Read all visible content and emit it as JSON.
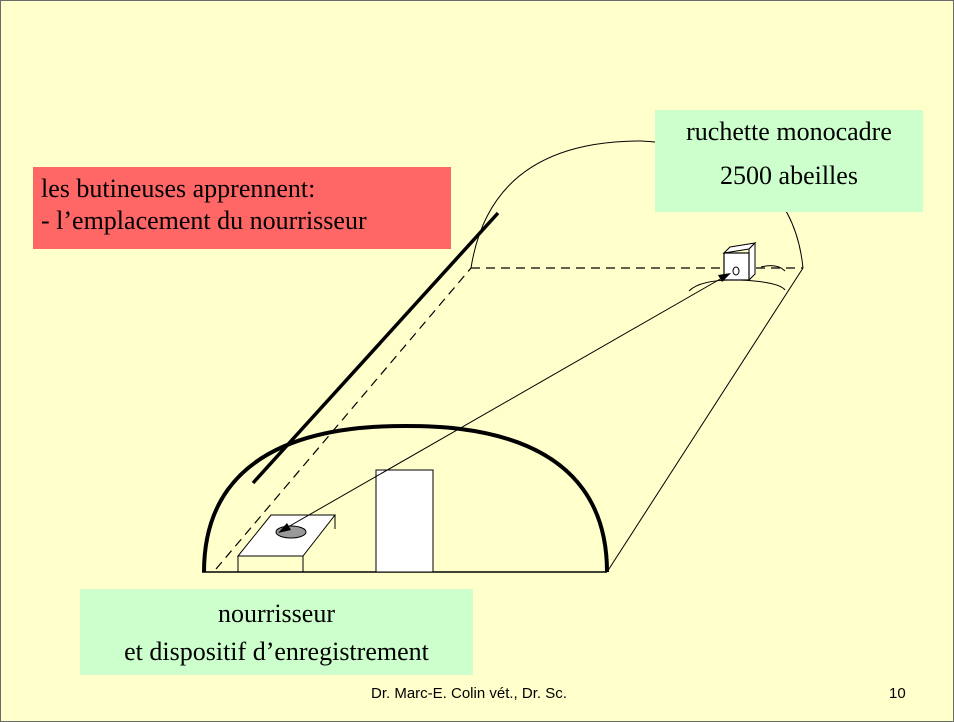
{
  "labels": {
    "learning_line1": "les butineuses apprennent:",
    "learning_line2": "- l’emplacement du nourrisseur",
    "hive_line1": "ruchette monocadre",
    "hive_line2": "2500 abeilles",
    "feeder_line1": "nourrisseur",
    "feeder_line2": "et dispositif d’enregistrement"
  },
  "footer": {
    "credit": "Dr. Marc-E. Colin vét., Dr. Sc.",
    "slide_number": "10"
  },
  "colors": {
    "background": "#ffffcc",
    "learning_box": "#ff6666",
    "label_box": "#ccffcc",
    "feeder_disc": "#999999"
  }
}
